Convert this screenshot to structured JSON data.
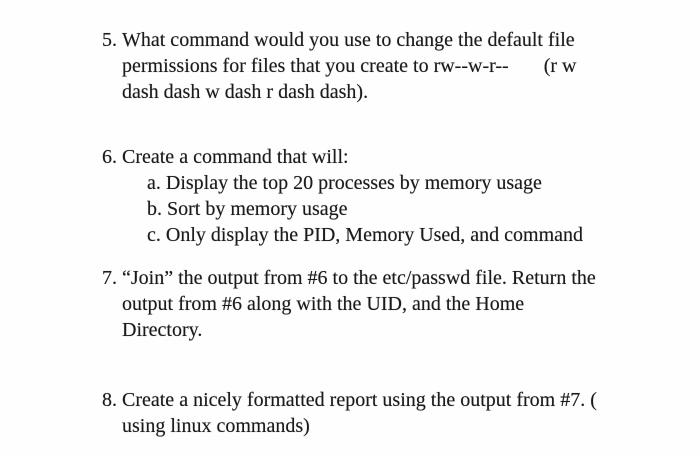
{
  "page": {
    "background_color": "#fefefe",
    "text_color": "#1b1b1b"
  },
  "document": {
    "type": "homework-question-sheet",
    "questions": [
      {
        "number": "5.",
        "text": "What command would you use to change the default file\npermissions for files that you create to rw--w-r--       (r w\ndash dash w dash r dash dash)."
      },
      {
        "number": "6.",
        "text": "Create a command that will:\n     a. Display the top 20 processes by memory usage\n     b. Sort by memory usage\n     c. Only display the PID, Memory Used, and command"
      },
      {
        "number": "7.",
        "text": "“Join” the output from #6 to the etc/passwd file. Return the\noutput from #6 along with the UID, and the Home\nDirectory."
      },
      {
        "number": "8.",
        "text": "Create a nicely formatted report using the output from #7. (\nusing linux commands)"
      }
    ]
  }
}
